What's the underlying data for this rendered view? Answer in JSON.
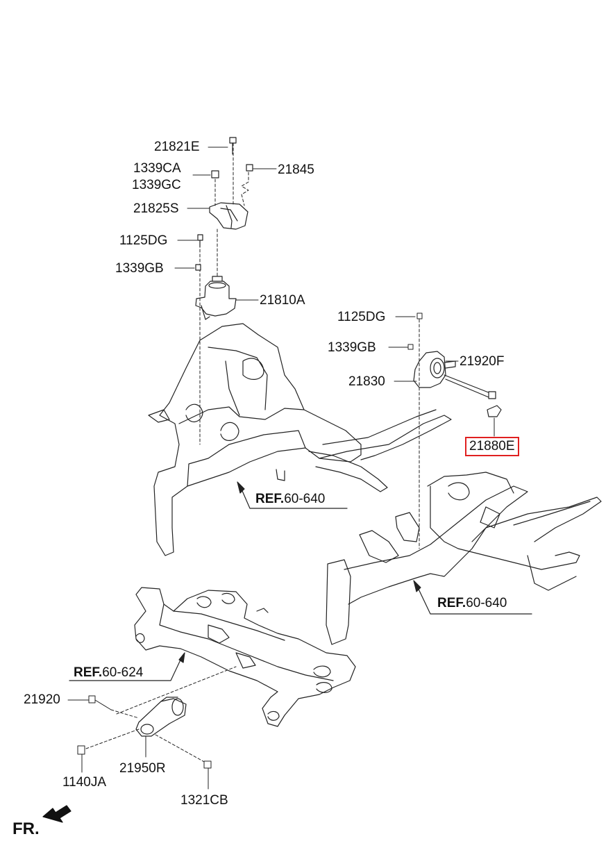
{
  "parts": {
    "p21821E": "21821E",
    "p1339CA": "1339CA",
    "p1339GC": "1339GC",
    "p21845": "21845",
    "p21825S": "21825S",
    "p1125DG_a": "1125DG",
    "p1339GB_a": "1339GB",
    "p21810A": "21810A",
    "p1125DG_b": "1125DG",
    "p1339GB_b": "1339GB",
    "p21920F": "21920F",
    "p21830": "21830",
    "p21880E": "21880E",
    "p21920": "21920",
    "p1140JA": "1140JA",
    "p21950R": "21950R",
    "p1321CB": "1321CB"
  },
  "refs": {
    "ref1": {
      "prefix": "REF.",
      "number": "60-640"
    },
    "ref2": {
      "prefix": "REF.",
      "number": "60-640"
    },
    "ref3": {
      "prefix": "REF.",
      "number": "60-624"
    }
  },
  "direction_label": "FR.",
  "highlight_color": "#e02020"
}
